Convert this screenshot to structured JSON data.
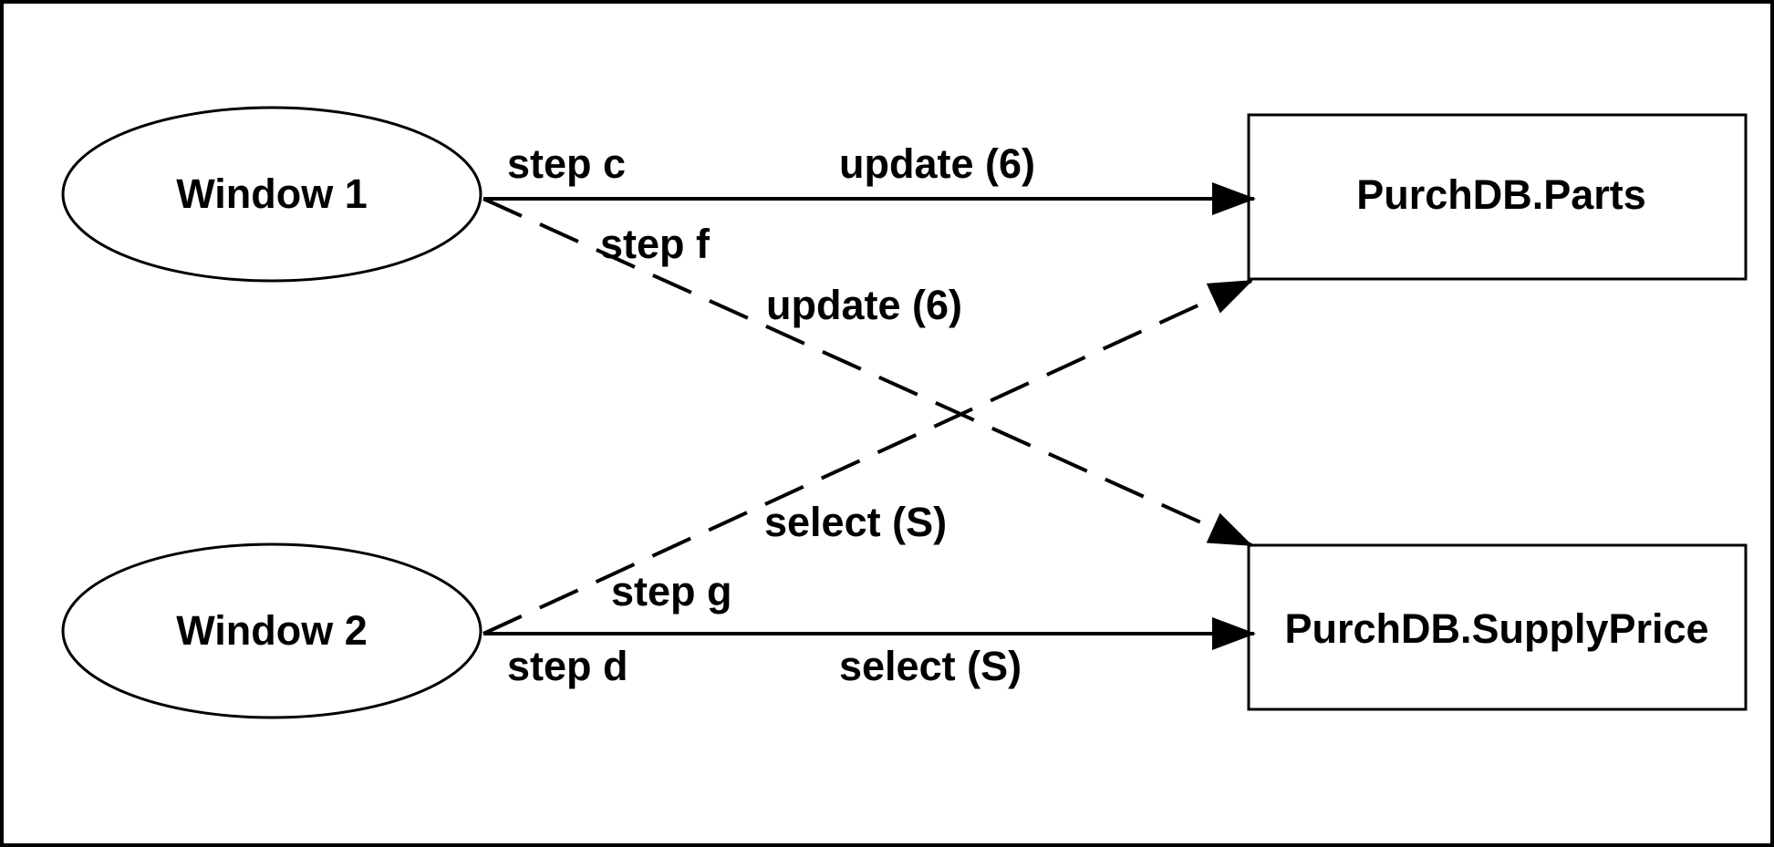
{
  "colors": {
    "ink": "#000000",
    "paper": "#ffffff"
  },
  "nodes": {
    "window1": "Window 1",
    "window2": "Window 2",
    "parts": "PurchDB.Parts",
    "supplyprice": "PurchDB.SupplyPrice"
  },
  "edges": {
    "step_c": {
      "step": "step c",
      "action": "update (6)",
      "style": "solid"
    },
    "step_d": {
      "step": "step d",
      "action": "select (S)",
      "style": "solid"
    },
    "step_f": {
      "step": "step f",
      "action": "update (6)",
      "style": "dashed"
    },
    "step_g": {
      "step": "step g",
      "action": "select (S)",
      "style": "dashed"
    }
  }
}
